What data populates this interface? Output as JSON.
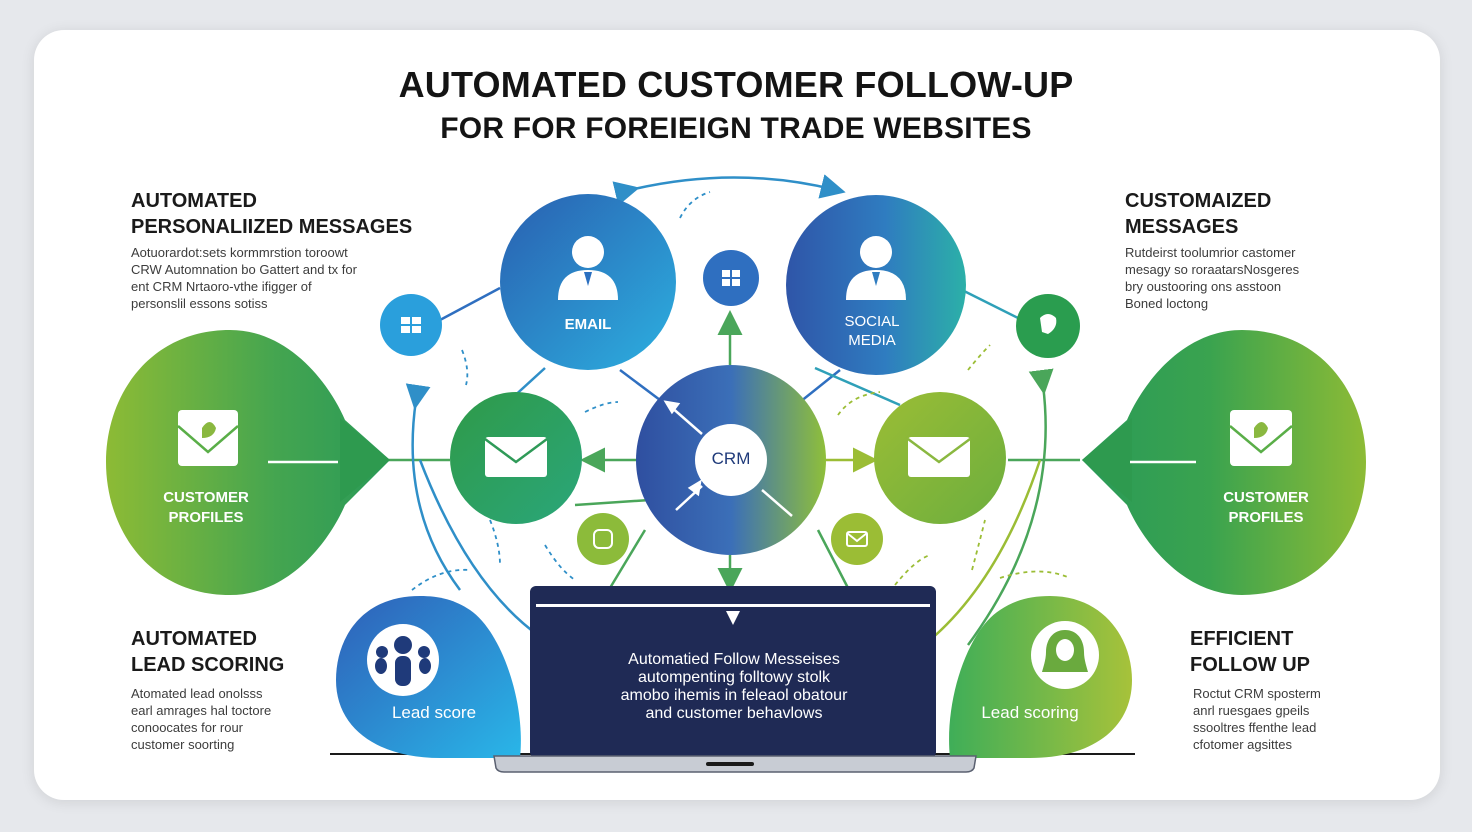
{
  "title": {
    "line1": "AUTOMATED CUSTOMER FOLLOW-UP",
    "line2": "FOR FOR FOREIEIGN TRADE WEBSITES"
  },
  "left_top": {
    "heading": [
      "AUTOMATED",
      "PERSONALIIZED MESSAGES"
    ],
    "body": [
      "Aotuorardot:sets kormmrstion toroowt",
      "CRW Automnation bo Gattert and tx for",
      "ent CRM Nrtaoro-vthe ifigger of",
      "personslil essons sotiss"
    ]
  },
  "right_top": {
    "heading": [
      "CUSTOMAIZED",
      "MESSAGES"
    ],
    "body": [
      "Rutdeirst toolumrior castomer",
      "mesagy so roraatarsNosgeres",
      "bry oustooring ons asstoon",
      "Boned loctong"
    ]
  },
  "left_bottom": {
    "heading": [
      "AUTOMATED",
      "LEAD SCORING"
    ],
    "body": [
      "Atomated lead onolsss",
      "earl amrages hal toctore",
      "conoocates for rour",
      "customer soorting"
    ]
  },
  "right_bottom": {
    "heading": [
      "EFFICIENT",
      "FOLLOW UP"
    ],
    "body": [
      "Roctut CRM sposterm",
      "anrl ruesgaes gpeils",
      "ssooltres ffenthe lead",
      "cfotomer agsittes"
    ]
  },
  "nodes": {
    "email": "EMAIL",
    "social": [
      "SOCIAL",
      "MEDIA"
    ],
    "crm": "CRM",
    "profiles_left": [
      "CUSTOMER",
      "PROFILES"
    ],
    "profiles_right": [
      "CUSTOMER",
      "PROFILES"
    ],
    "lead_score": "Lead score",
    "lead_scoring": "Lead scoring"
  },
  "screen": {
    "lines": [
      "Automatied Follow Messeises",
      "autompenting folltowy stolk",
      "amobo ihemis in feleaol obatour",
      "and customer behavlows"
    ]
  },
  "icons": {
    "person_left": "person-icon",
    "person_right": "person-icon",
    "envelope_left": "envelope-icon",
    "envelope_right": "envelope-icon",
    "profile_envelope": "envelope-heart-icon",
    "team": "team-icon",
    "avatar_female": "female-avatar-icon",
    "windows": "windows-icon",
    "chat": "chat-bubble-icon",
    "small_badge": "badge-icon",
    "small_mail": "mail-icon"
  },
  "colors": {
    "blue": "#2f6fc0",
    "sky": "#2aa5dc",
    "green": "#3fae5f",
    "lime": "#9ebf3a",
    "navy": "#1f2a55",
    "teal": "#23a08a"
  }
}
